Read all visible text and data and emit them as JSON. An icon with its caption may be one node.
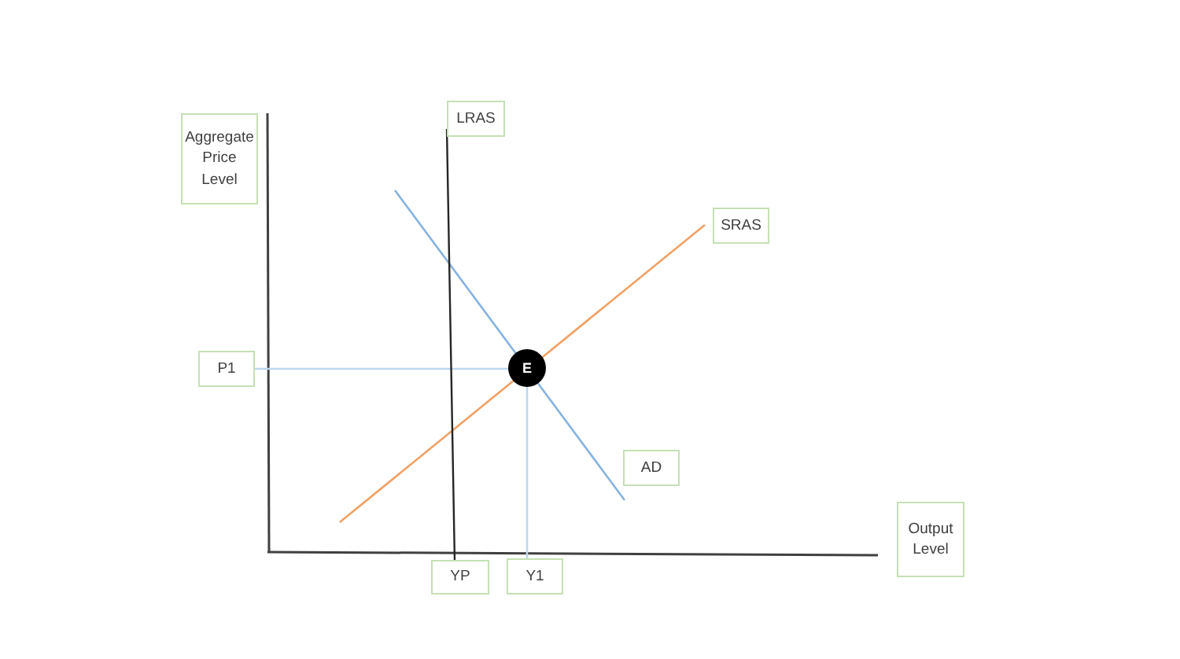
{
  "diagram": {
    "nodes": [
      {
        "text": [
          "Aggregate Price Level"
        ]
      },
      {
        "text": [
          "LRAS"
        ]
      },
      {
        "text": [
          "SRAS"
        ]
      },
      {
        "text": [
          "P1"
        ]
      },
      {
        "text": [
          "E"
        ]
      },
      {
        "text": [
          "AD"
        ]
      },
      {
        "text": [
          "Output Level"
        ]
      },
      {
        "text": [
          "YP"
        ]
      },
      {
        "text": [
          "Y1"
        ]
      }
    ],
    "edges": [
      {
        "from": 3,
        "to": 4,
        "arrow": "none"
      },
      {
        "from": 4,
        "to": 8,
        "arrow": "none"
      },
      {
        "from": 1,
        "to": 7,
        "arrow": "none",
        "color": "#262626"
      }
    ]
  }
}
